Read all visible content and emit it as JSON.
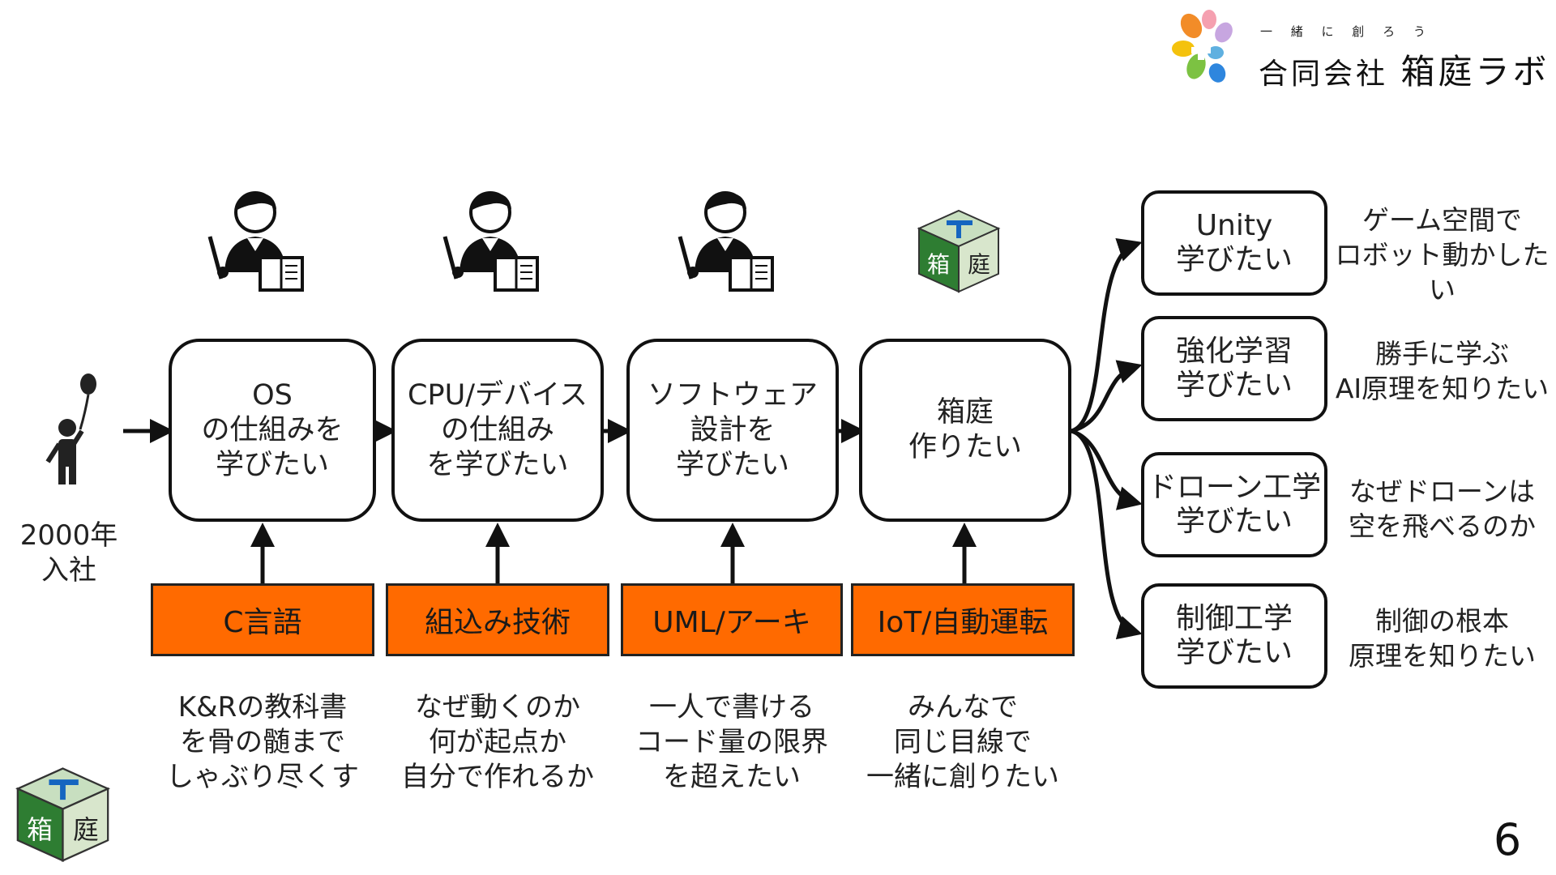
{
  "logo": {
    "tagline": "一 緒 に 創 ろ う",
    "company": "合同会社",
    "name": "箱庭ラボ"
  },
  "start": {
    "label": "2000年\n入社"
  },
  "stages": [
    {
      "text": "OS\nの仕組みを\n学びたい"
    },
    {
      "text": "CPU/デバイス\nの仕組み\nを学びたい"
    },
    {
      "text": "ソフトウェア\n設計を\n学びたい"
    },
    {
      "text": "箱庭\n作りたい"
    }
  ],
  "techs": [
    {
      "label": "C言語"
    },
    {
      "label": "組込み技術"
    },
    {
      "label": "UML/アーキ"
    },
    {
      "label": "IoT/自動運転"
    }
  ],
  "notes": [
    {
      "text": "K&Rの教科書\nを骨の髄まで\nしゃぶり尽くす"
    },
    {
      "text": "なぜ動くのか\n何が起点か\n自分で作れるか"
    },
    {
      "text": "一人で書ける\nコード量の限界\nを超えたい"
    },
    {
      "text": "みんなで\n同じ目線で\n一緒に創りたい"
    }
  ],
  "goals": [
    {
      "box": "Unity\n学びたい",
      "desc": "ゲーム空間で\nロボット動かしたい"
    },
    {
      "box": "強化学習\n学びたい",
      "desc": "勝手に学ぶ\nAI原理を知りたい"
    },
    {
      "box": "ドローン工学\n学びたい",
      "desc": "なぜドローンは\n空を飛べるのか"
    },
    {
      "box": "制御工学\n学びたい",
      "desc": "制御の根本\n原理を知りたい"
    }
  ],
  "cube": {
    "left": "箱",
    "right": "庭"
  },
  "page_number": "6",
  "colors": {
    "tech_fill": "#ff6a00",
    "cube_top": "#c8dfc0",
    "cube_left": "#2e7d32",
    "cube_right": "#d8e6cc",
    "cube_t": "#1565c0"
  }
}
